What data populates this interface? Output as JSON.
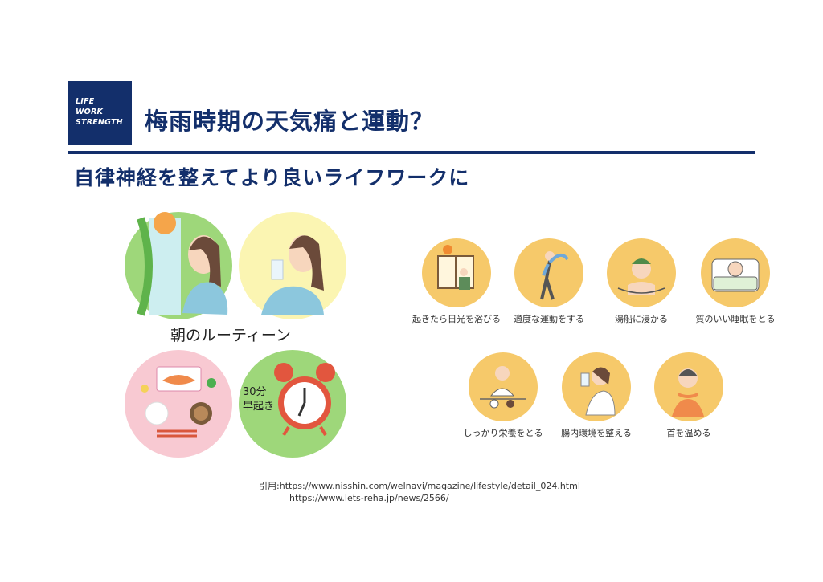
{
  "logo": {
    "line1": "LIFE",
    "line2": "WORK",
    "line3": "STRENGTH"
  },
  "title": "梅雨時期の天気痛と運動？",
  "subtitle": "自律神経を整えてより良いライフワークに",
  "routine": {
    "caption": "朝のルーティーン",
    "clock_text_1": "30分",
    "clock_text_2": "早起き"
  },
  "tips": [
    {
      "label": "起きたら日光を浴びる",
      "icon": "sunlight-window-icon"
    },
    {
      "label": "適度な運動をする",
      "icon": "stretching-person-icon"
    },
    {
      "label": "湯船に浸かる",
      "icon": "bathtub-person-icon"
    },
    {
      "label": "質のいい睡眠をとる",
      "icon": "sleeping-person-icon"
    },
    {
      "label": "しっかり栄養をとる",
      "icon": "eating-meal-icon"
    },
    {
      "label": "腸内環境を整える",
      "icon": "drinking-person-icon"
    },
    {
      "label": "首を温める",
      "icon": "warm-neck-icon"
    }
  ],
  "sources": {
    "prefix": "引用:",
    "url1": "https://www.nisshin.com/welnavi/magazine/lifestyle/detail_024.html",
    "url2": "https://www.lets-reha.jp/news/2566/"
  },
  "colors": {
    "navy": "#132f6b",
    "tip_circle": "#f6c96a",
    "green": "#9ed77a",
    "yellow": "#fbf5b2",
    "pink": "#f8c9d2"
  }
}
